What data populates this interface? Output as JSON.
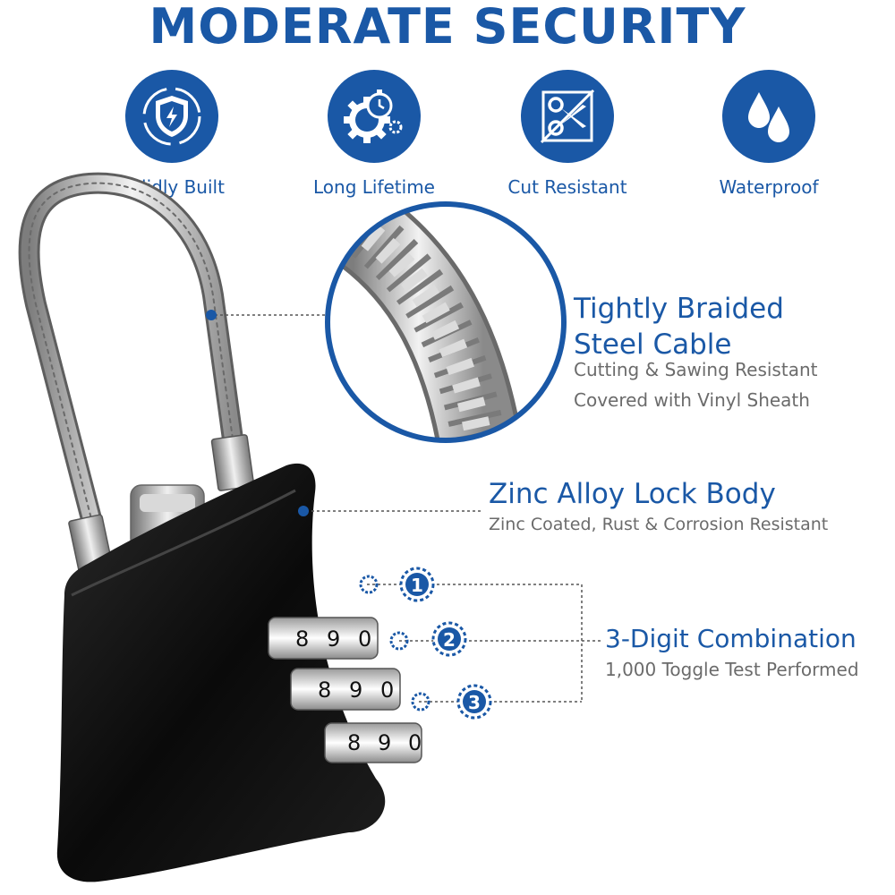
{
  "title": "MODERATE  SECURITY",
  "colors": {
    "brand_blue": "#1a58a6",
    "sub_gray": "#6b6b6b"
  },
  "features": [
    {
      "label": "Solidly Built",
      "icon": "shield-lightning-icon"
    },
    {
      "label": "Long Lifetime",
      "icon": "gear-stopwatch-icon"
    },
    {
      "label": "Cut Resistant",
      "icon": "scissors-crossed-icon"
    },
    {
      "label": "Waterproof",
      "icon": "water-drops-icon"
    }
  ],
  "callouts": {
    "cable": {
      "title_line1": "Tightly Braided",
      "title_line2": "Steel Cable",
      "sub_line1": "Cutting & Sawing Resistant",
      "sub_line2": "Covered with Vinyl Sheath"
    },
    "body": {
      "title": "Zinc Alloy Lock Body",
      "sub": "Zinc Coated, Rust & Corrosion Resistant"
    },
    "combination": {
      "title": "3-Digit Combination",
      "sub": "1,000 Toggle Test Performed",
      "markers": [
        "1",
        "2",
        "3"
      ]
    }
  },
  "dials": [
    {
      "digits": [
        "8",
        "9",
        "0"
      ]
    },
    {
      "digits": [
        "8",
        "9",
        "0"
      ]
    },
    {
      "digits": [
        "8",
        "9",
        "0"
      ]
    }
  ]
}
